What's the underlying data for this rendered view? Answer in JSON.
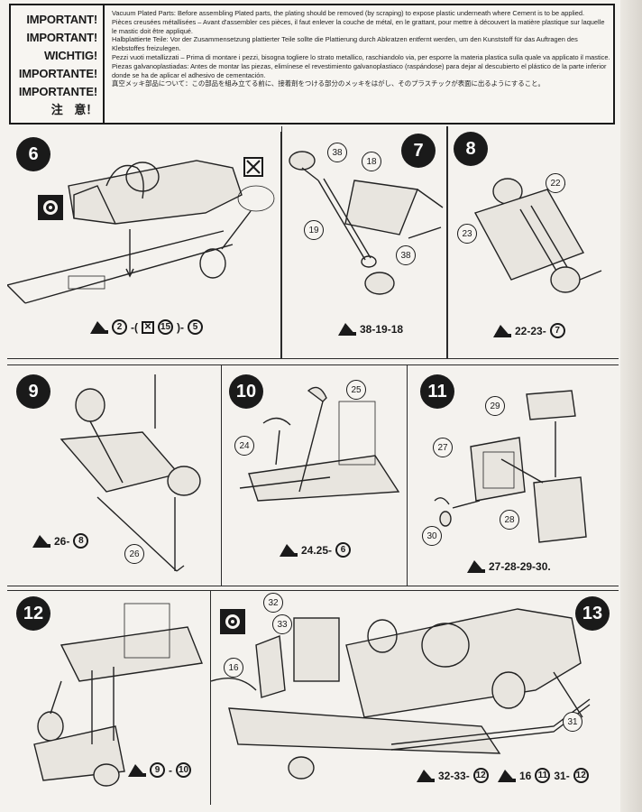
{
  "header": {
    "labels": [
      "IMPORTANT!",
      "IMPORTANT!",
      "WICHTIG!",
      "IMPORTANTE!",
      "IMPORTANTE!",
      "注　意！"
    ],
    "paragraphs": [
      "Vacuum Plated Parts: Before assembling Plated parts, the plating should be removed (by scraping) to expose plastic underneath where Cement is to be applied.",
      "Pièces creusées métallisées – Avant d'assembler ces pièces, il faut enlever la couche de métal, en le grattant, pour mettre à découvert la matière plastique sur laquelle le mastic doit être appliqué.",
      "Halbplattierte Teile: Vor der Zusammensetzung plattierter Teile sollte die Plattierung durch Abkratzen entfernt werden, um den Kunststoff für das Auftragen des Klebstoffes freizulegen.",
      "Pezzi vuoti metallizzati – Prima di montare i pezzi, bisogna togliere lo strato metallico, raschiandolo via, per esporre la materia plastica sulla quale va applicato il mastice.",
      "Piezas galvanoplastiadas: Antes de montar las piezas, elimínese el revestimiento galvanoplastiaco (raspándose) para dejar al descubierto el plástico de la parte inferior donde se ha de aplicar el adhesivo de cementación.",
      "真空メッキ部品について：この部品を組み立てる前に、接着剤をつける部分のメッキをはがし、そのプラスチックが表面に出るようにすること。"
    ]
  },
  "steps": [
    {
      "number": "6",
      "parts": [],
      "ref": [
        "2",
        "15",
        "5"
      ]
    },
    {
      "number": "7",
      "parts": [
        "38",
        "18",
        "19",
        "38"
      ],
      "ref_text": "38-19-18"
    },
    {
      "number": "8",
      "parts": [
        "22",
        "23"
      ],
      "ref_text": "22-23-",
      "ref_circle": "7"
    },
    {
      "number": "9",
      "parts": [
        "26"
      ],
      "ref_text": "26-",
      "ref_circle": "8"
    },
    {
      "number": "10",
      "parts": [
        "25",
        "24"
      ],
      "ref_text": "24.25-",
      "ref_circle": "6"
    },
    {
      "number": "11",
      "parts": [
        "29",
        "27",
        "28",
        "30"
      ],
      "ref_text": "27-28-29-30."
    },
    {
      "number": "12",
      "parts": [],
      "ref_a": "9",
      "ref_b": "10"
    },
    {
      "number": "13",
      "parts": [
        "32",
        "33",
        "16",
        "31"
      ],
      "ref_1_text": "32-33-",
      "ref_1_circle": "12",
      "ref_2_a": "16",
      "ref_2_b": "11",
      "ref_2_text": "31-",
      "ref_2_c": "12"
    }
  ]
}
